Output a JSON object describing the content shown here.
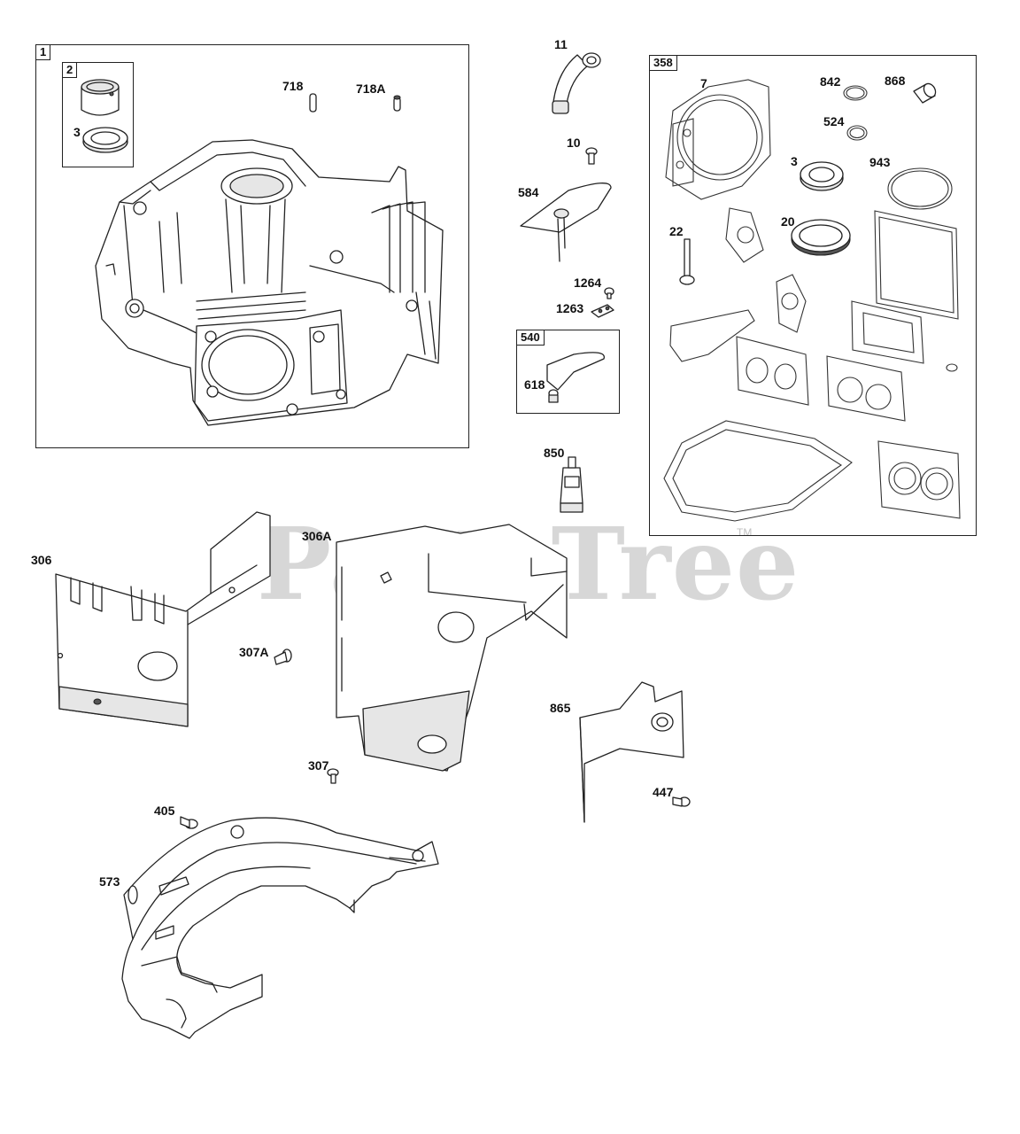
{
  "watermark": {
    "brand": "PartsTree",
    "tm": "TM"
  },
  "groups": [
    {
      "id": "g1",
      "tag": "1"
    },
    {
      "id": "g2",
      "tag": "2"
    },
    {
      "id": "g358",
      "tag": "358"
    },
    {
      "id": "g540",
      "tag": "540"
    }
  ],
  "callouts": {
    "p718": "718",
    "p718A": "718A",
    "p3a": "3",
    "p11": "11",
    "p10": "10",
    "p584": "584",
    "p1264": "1264",
    "p1263": "1263",
    "p618": "618",
    "p850": "850",
    "p7": "7",
    "p842": "842",
    "p868": "868",
    "p524": "524",
    "p3b": "3",
    "p943": "943",
    "p22": "22",
    "p20": "20",
    "p306": "306",
    "p306A": "306A",
    "p307A": "307A",
    "p307": "307",
    "p865": "865",
    "p447": "447",
    "p405": "405",
    "p573": "573"
  }
}
